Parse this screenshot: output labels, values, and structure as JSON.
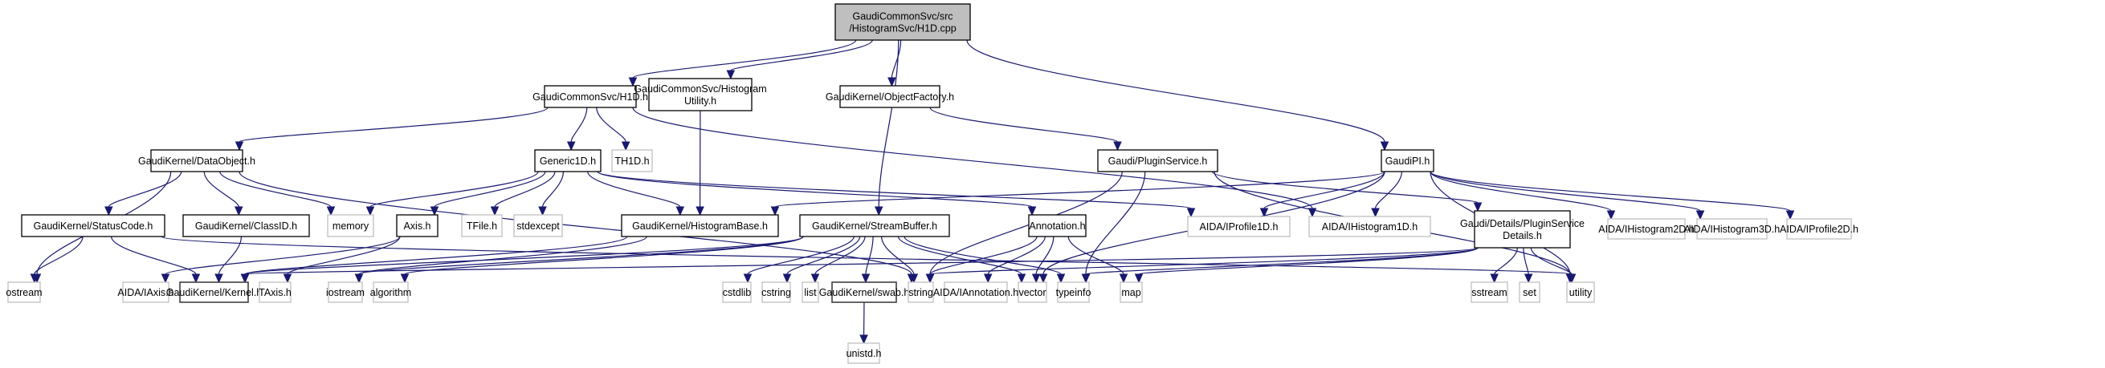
{
  "diagram": {
    "type": "include-dependency-graph",
    "edge_color": "#191970",
    "root_fill": "#bfbfbf",
    "internal_border": "#000000",
    "external_border": "#bfbfbf",
    "nodes": [
      {
        "id": "root",
        "lines": [
          "GaudiCommonSvc/src",
          "/HistogramSvc/H1D.cpp"
        ],
        "kind": "root"
      },
      {
        "id": "h1d_h",
        "lines": [
          "GaudiCommonSvc/H1D.h"
        ],
        "kind": "internal"
      },
      {
        "id": "histutil",
        "lines": [
          "GaudiCommonSvc/Histogram",
          "Utility.h"
        ],
        "kind": "internal"
      },
      {
        "id": "objfactory",
        "lines": [
          "GaudiKernel/ObjectFactory.h"
        ],
        "kind": "internal"
      },
      {
        "id": "dataobject",
        "lines": [
          "GaudiKernel/DataObject.h"
        ],
        "kind": "internal"
      },
      {
        "id": "generic1d",
        "lines": [
          "Generic1D.h"
        ],
        "kind": "internal"
      },
      {
        "id": "th1d",
        "lines": [
          "TH1D.h"
        ],
        "kind": "external"
      },
      {
        "id": "pluginservice",
        "lines": [
          "Gaudi/PluginService.h"
        ],
        "kind": "internal"
      },
      {
        "id": "gaudipi",
        "lines": [
          "GaudiPI.h"
        ],
        "kind": "internal"
      },
      {
        "id": "statuscode",
        "lines": [
          "GaudiKernel/StatusCode.h"
        ],
        "kind": "internal"
      },
      {
        "id": "classid",
        "lines": [
          "GaudiKernel/ClassID.h"
        ],
        "kind": "internal"
      },
      {
        "id": "memory",
        "lines": [
          "memory"
        ],
        "kind": "external"
      },
      {
        "id": "axis",
        "lines": [
          "Axis.h"
        ],
        "kind": "internal"
      },
      {
        "id": "tfile",
        "lines": [
          "TFile.h"
        ],
        "kind": "external"
      },
      {
        "id": "stdexcept",
        "lines": [
          "stdexcept"
        ],
        "kind": "external"
      },
      {
        "id": "histbase",
        "lines": [
          "GaudiKernel/HistogramBase.h"
        ],
        "kind": "internal"
      },
      {
        "id": "streambuffer",
        "lines": [
          "GaudiKernel/StreamBuffer.h"
        ],
        "kind": "internal"
      },
      {
        "id": "annotation",
        "lines": [
          "Annotation.h"
        ],
        "kind": "internal"
      },
      {
        "id": "iprofile1d",
        "lines": [
          "AIDA/IProfile1D.h"
        ],
        "kind": "external"
      },
      {
        "id": "ihist1d",
        "lines": [
          "AIDA/IHistogram1D.h"
        ],
        "kind": "external"
      },
      {
        "id": "psdetails",
        "lines": [
          "Gaudi/Details/PluginService",
          "Details.h"
        ],
        "kind": "internal"
      },
      {
        "id": "ihist2d",
        "lines": [
          "AIDA/IHistogram2D.h"
        ],
        "kind": "external"
      },
      {
        "id": "ihist3d",
        "lines": [
          "AIDA/IHistogram3D.h"
        ],
        "kind": "external"
      },
      {
        "id": "iprofile2d",
        "lines": [
          "AIDA/IProfile2D.h"
        ],
        "kind": "external"
      },
      {
        "id": "ostream",
        "lines": [
          "ostream"
        ],
        "kind": "external"
      },
      {
        "id": "iaxis",
        "lines": [
          "AIDA/IAxis.h"
        ],
        "kind": "external"
      },
      {
        "id": "kernel",
        "lines": [
          "GaudiKernel/Kernel.h"
        ],
        "kind": "kernel"
      },
      {
        "id": "taxis",
        "lines": [
          "TAxis.h"
        ],
        "kind": "external"
      },
      {
        "id": "iostream",
        "lines": [
          "iostream"
        ],
        "kind": "external"
      },
      {
        "id": "algorithm",
        "lines": [
          "algorithm"
        ],
        "kind": "external"
      },
      {
        "id": "cstdlib",
        "lines": [
          "cstdlib"
        ],
        "kind": "external"
      },
      {
        "id": "cstring",
        "lines": [
          "cstring"
        ],
        "kind": "external"
      },
      {
        "id": "list",
        "lines": [
          "list"
        ],
        "kind": "external"
      },
      {
        "id": "swab",
        "lines": [
          "GaudiKernel/swab.h"
        ],
        "kind": "kernel"
      },
      {
        "id": "string",
        "lines": [
          "string"
        ],
        "kind": "external"
      },
      {
        "id": "iannotation",
        "lines": [
          "AIDA/IAnnotation.h"
        ],
        "kind": "external"
      },
      {
        "id": "vector",
        "lines": [
          "vector"
        ],
        "kind": "external"
      },
      {
        "id": "typeinfo",
        "lines": [
          "typeinfo"
        ],
        "kind": "external"
      },
      {
        "id": "map",
        "lines": [
          "map"
        ],
        "kind": "external"
      },
      {
        "id": "sstream",
        "lines": [
          "sstream"
        ],
        "kind": "external"
      },
      {
        "id": "set",
        "lines": [
          "set"
        ],
        "kind": "external"
      },
      {
        "id": "utility",
        "lines": [
          "utility"
        ],
        "kind": "external"
      },
      {
        "id": "unistd",
        "lines": [
          "unistd.h"
        ],
        "kind": "external"
      }
    ],
    "edges": [
      [
        "root",
        "h1d_h"
      ],
      [
        "root",
        "histutil"
      ],
      [
        "root",
        "streambuffer"
      ],
      [
        "root",
        "objfactory"
      ],
      [
        "root",
        "gaudipi"
      ],
      [
        "h1d_h",
        "dataobject"
      ],
      [
        "h1d_h",
        "generic1d"
      ],
      [
        "h1d_h",
        "th1d"
      ],
      [
        "h1d_h",
        "ihist1d"
      ],
      [
        "histutil",
        "histbase"
      ],
      [
        "objfactory",
        "pluginservice"
      ],
      [
        "dataobject",
        "statuscode"
      ],
      [
        "dataobject",
        "classid"
      ],
      [
        "dataobject",
        "memory"
      ],
      [
        "dataobject",
        "ostream"
      ],
      [
        "dataobject",
        "string"
      ],
      [
        "generic1d",
        "memory"
      ],
      [
        "generic1d",
        "axis"
      ],
      [
        "generic1d",
        "tfile"
      ],
      [
        "generic1d",
        "stdexcept"
      ],
      [
        "generic1d",
        "histbase"
      ],
      [
        "generic1d",
        "annotation"
      ],
      [
        "generic1d",
        "iprofile1d"
      ],
      [
        "pluginservice",
        "psdetails"
      ],
      [
        "pluginservice",
        "string"
      ],
      [
        "pluginservice",
        "typeinfo"
      ],
      [
        "pluginservice",
        "utility"
      ],
      [
        "gaudipi",
        "histbase"
      ],
      [
        "gaudipi",
        "iprofile1d"
      ],
      [
        "gaudipi",
        "ihist1d"
      ],
      [
        "gaudipi",
        "ihist2d"
      ],
      [
        "gaudipi",
        "ihist3d"
      ],
      [
        "gaudipi",
        "iprofile2d"
      ],
      [
        "gaudipi",
        "vector"
      ],
      [
        "gaudipi",
        "utility"
      ],
      [
        "statuscode",
        "ostream"
      ],
      [
        "statuscode",
        "kernel"
      ],
      [
        "statuscode",
        "utility"
      ],
      [
        "classid",
        "kernel"
      ],
      [
        "axis",
        "iaxis"
      ],
      [
        "axis",
        "taxis"
      ],
      [
        "histbase",
        "iostream"
      ],
      [
        "histbase",
        "kernel"
      ],
      [
        "streambuffer",
        "kernel"
      ],
      [
        "streambuffer",
        "iostream"
      ],
      [
        "streambuffer",
        "algorithm"
      ],
      [
        "streambuffer",
        "cstdlib"
      ],
      [
        "streambuffer",
        "cstring"
      ],
      [
        "streambuffer",
        "list"
      ],
      [
        "streambuffer",
        "swab"
      ],
      [
        "streambuffer",
        "string"
      ],
      [
        "streambuffer",
        "vector"
      ],
      [
        "streambuffer",
        "typeinfo"
      ],
      [
        "annotation",
        "string"
      ],
      [
        "annotation",
        "iannotation"
      ],
      [
        "annotation",
        "vector"
      ],
      [
        "annotation",
        "map"
      ],
      [
        "psdetails",
        "kernel"
      ],
      [
        "psdetails",
        "string"
      ],
      [
        "psdetails",
        "typeinfo"
      ],
      [
        "psdetails",
        "map"
      ],
      [
        "psdetails",
        "sstream"
      ],
      [
        "psdetails",
        "set"
      ],
      [
        "psdetails",
        "utility"
      ],
      [
        "swab",
        "unistd"
      ]
    ]
  }
}
